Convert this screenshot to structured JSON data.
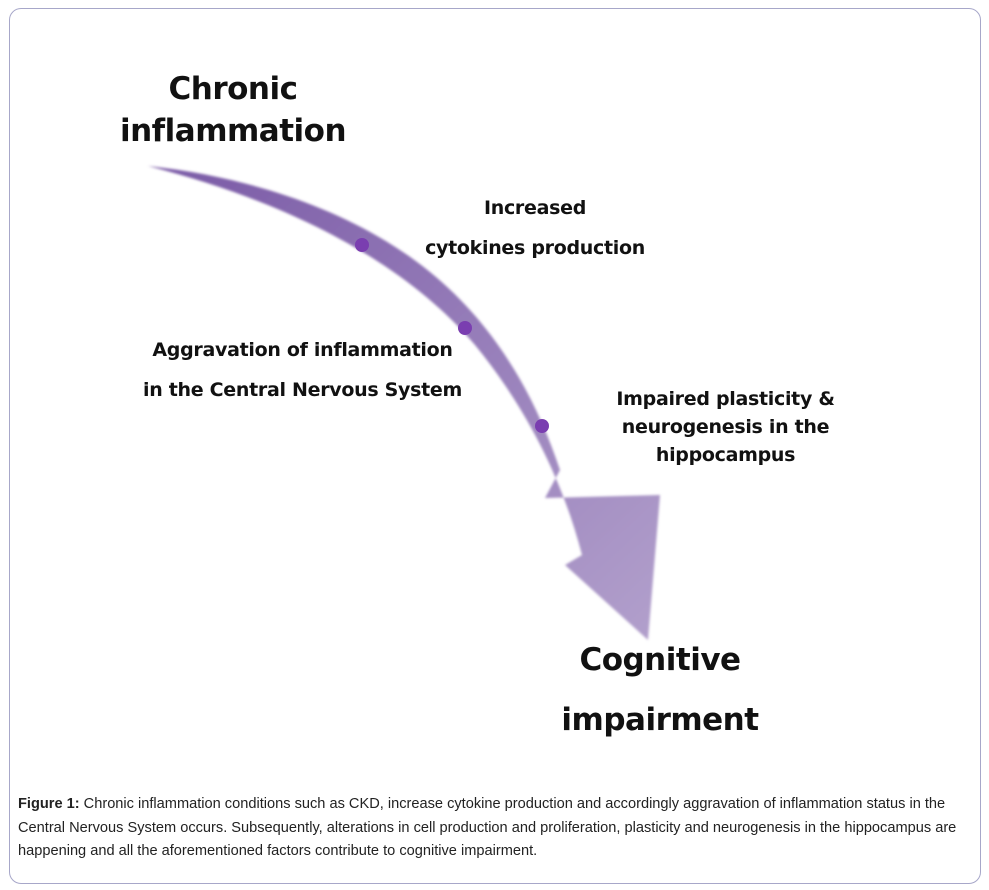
{
  "figure": {
    "start_label_line1": "Chronic",
    "start_label_line2": "inflammation",
    "end_label_line1": "Cognitive",
    "end_label_line2": "impairment",
    "steps": [
      {
        "line1": "Increased",
        "line2": "cytokines production"
      },
      {
        "line1": "Aggravation of inflammation",
        "line2": "in the Central Nervous System"
      },
      {
        "line1": "Impaired plasticity &",
        "line2": "neurogenesis in the",
        "line3": "hippocampus"
      }
    ],
    "colors": {
      "arrow_start": "#7a5aa6",
      "arrow_end": "#b2a0cc",
      "dot": "#7a3eb0",
      "frame_border": "#a7a7c9"
    }
  },
  "caption": {
    "label": "Figure 1:",
    "text": " Chronic inflammation conditions such as CKD, increase cytokine production and accordingly aggravation of inflammation status in the Central Nervous System occurs. Subsequently, alterations in cell production and proliferation, plasticity and neurogenesis in the hippocampus are happening and all the aforementioned factors contribute to cognitive impairment."
  }
}
